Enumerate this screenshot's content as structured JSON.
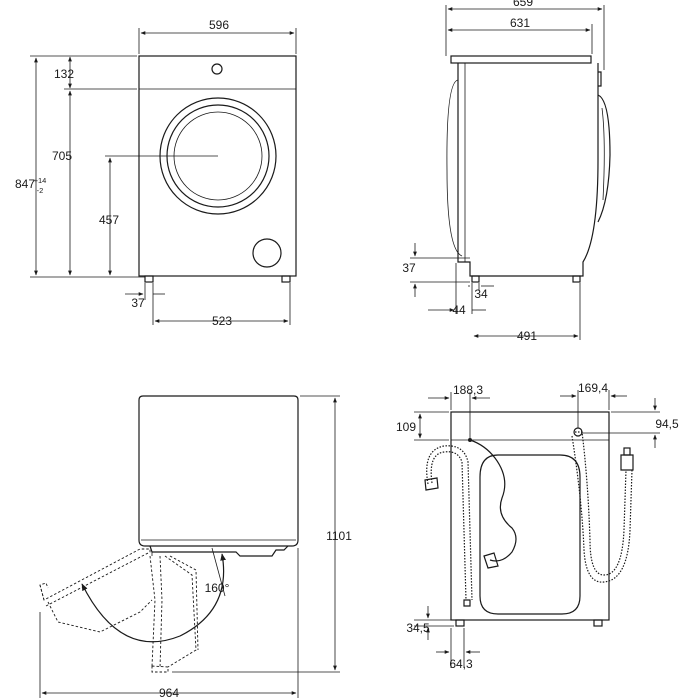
{
  "front_view": {
    "width": "596",
    "top_offset": "132",
    "drum_center_height": "705",
    "total_height": "847",
    "total_height_tol_plus": "+14",
    "total_height_tol_minus": "-2",
    "door_bottom_height": "457",
    "foot_offset": "37",
    "foot_span": "523"
  },
  "side_view": {
    "total_depth": "659",
    "body_depth": "631",
    "foot_height": "37",
    "foot_width": "34",
    "foot_offset": "44",
    "foot_span": "491"
  },
  "door_view": {
    "height_open": "1101",
    "door_angle": "160°",
    "width_open": "964"
  },
  "back_view": {
    "left_inlet_offset": "188,3",
    "right_inlet_offset": "169,4",
    "left_inlet_height": "109",
    "right_inlet_height": "94,5",
    "bottom_height": "34,5",
    "bottom_offset": "64,3"
  },
  "colors": {
    "line": "#1a1a1a",
    "background": "#ffffff"
  }
}
